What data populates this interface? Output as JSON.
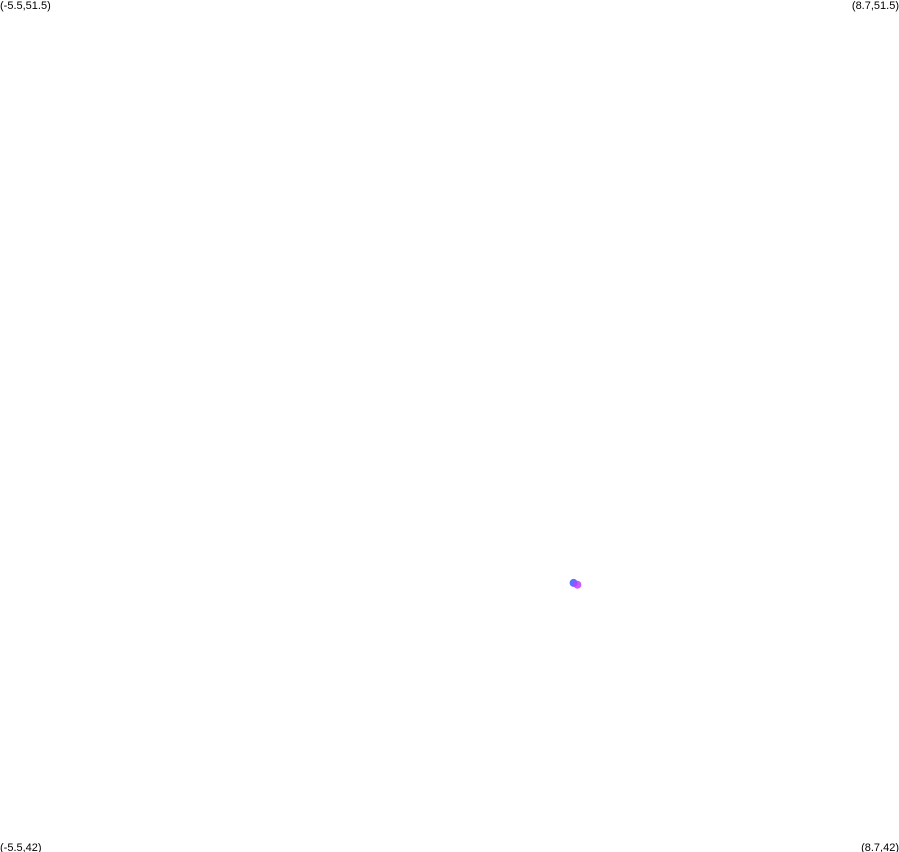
{
  "map": {
    "corners": {
      "top_left": "(-5.5,51.5)",
      "top_right": "(8.7,51.5)",
      "bottom_left": "(-5.5,42)",
      "bottom_right": "(8.7,42)"
    },
    "bounds": {
      "lon_min": -5.5,
      "lon_max": 8.7,
      "lat_min": 42,
      "lat_max": 51.5
    },
    "markers": [
      {
        "lon": 3.56,
        "lat": 45.0,
        "color": "#3b5bff"
      },
      {
        "lon": 3.62,
        "lat": 44.98,
        "color": "#c040ff"
      }
    ],
    "background_color": "#ffffff"
  }
}
